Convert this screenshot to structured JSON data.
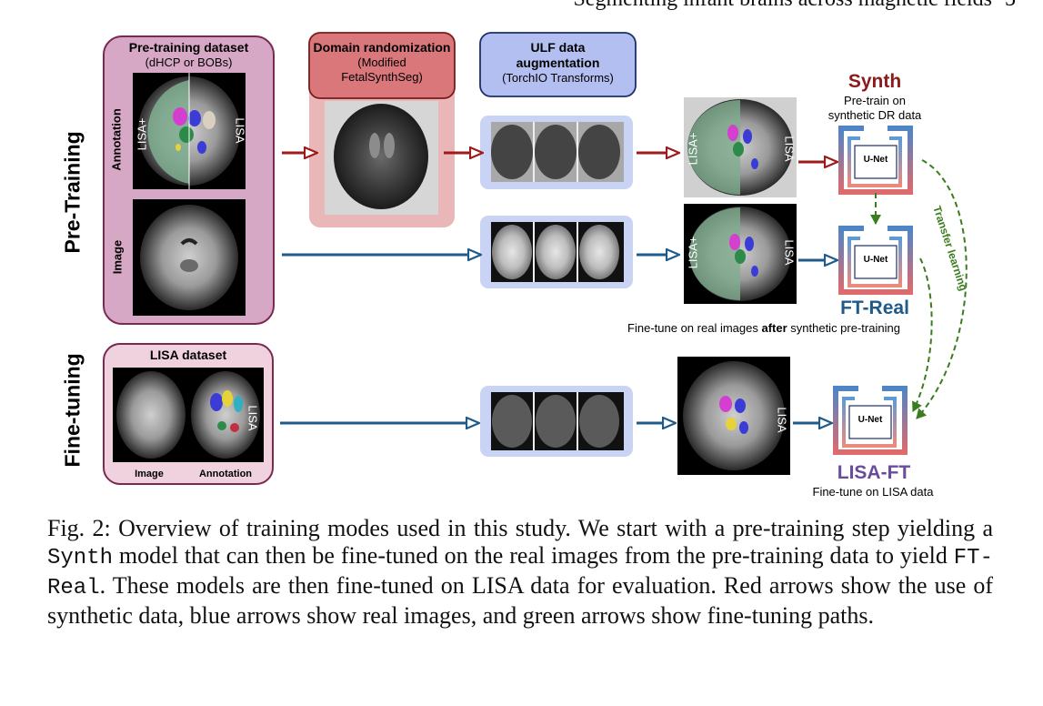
{
  "header": {
    "running_title": "Segmenting infant brains across magnetic fields",
    "page_number": "5"
  },
  "row_labels": {
    "pretraining": "Pre-Training",
    "finetuning": "Fine-tuning"
  },
  "pretrain_box": {
    "title": "Pre-training dataset",
    "subtitle": "(dHCP or BOBs)",
    "annotation_label": "Annotation",
    "image_label": "Image",
    "lisa_plus": "LISA+",
    "lisa": "LISA"
  },
  "domain_rand_box": {
    "title": "Domain randomization",
    "line2": "(Modified",
    "line3": "FetalSynthSeg)"
  },
  "ulf_box": {
    "title_l1": "ULF data",
    "title_l2": "augmentation",
    "line3": "(TorchIO Transforms)"
  },
  "lisa_box": {
    "title": "LISA dataset",
    "image_label": "Image",
    "annotation_label": "Annotation",
    "lisa": "LISA"
  },
  "seg_labels": {
    "lisa_plus": "LISA+",
    "lisa": "LISA"
  },
  "models": {
    "synth": {
      "name": "Synth",
      "sub_l1": "Pre-train on",
      "sub_l2": "synthetic DR data",
      "unet": "U-Net"
    },
    "ft_real": {
      "name": "FT-Real",
      "sub_pre": "Fine-tune on real images ",
      "sub_bold": "after",
      "sub_post": " synthetic pre-training",
      "unet": "U-Net"
    },
    "lisa_ft": {
      "name": "LISA-FT",
      "sub": "Fine-tune on LISA data",
      "unet": "U-Net"
    },
    "transfer": "Transfer learning"
  },
  "colors": {
    "synth": "#8b1a1a",
    "ft_real": "#1f5a8a",
    "lisa_ft": "#6a4c9c",
    "red_arrow": "#9e1b1b",
    "blue_arrow": "#1f5a8a",
    "green_arrow": "#3a7d1e"
  },
  "caption": {
    "p1": "Fig. 2: Overview of training modes used in this study. We start with a pre-training step yielding a ",
    "m1": "Synth",
    "p2": " model that can then be fine-tuned on the real images from the pre-training data to yield ",
    "m2": "FT-Real",
    "p3": ". These models are then fine-tuned on LISA data for evaluation. Red arrows show the use of synthetic data, blue arrows show real images, and green arrows show fine-tuning paths."
  }
}
